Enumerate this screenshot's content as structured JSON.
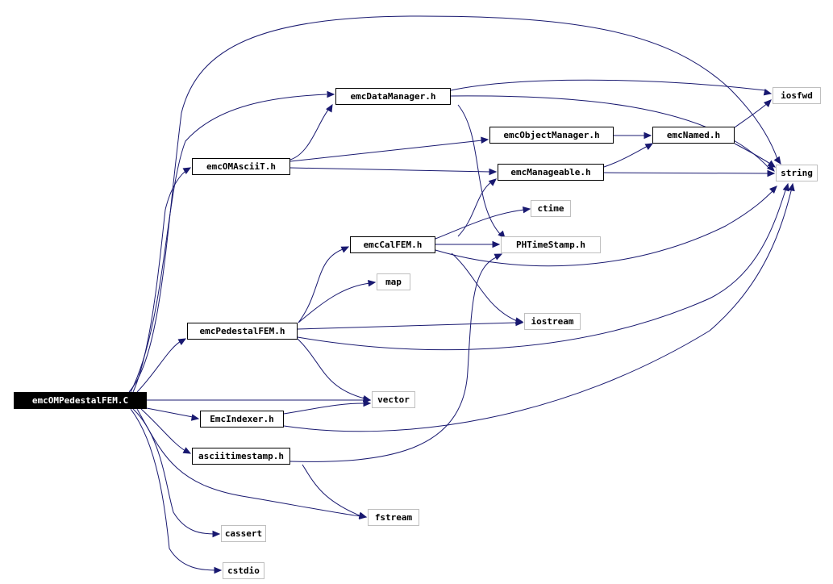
{
  "graph": {
    "nodes": [
      {
        "id": "root",
        "label": "emcOMPedestalFEM.C",
        "kind": "root"
      },
      {
        "id": "dm",
        "label": "emcDataManager.h",
        "kind": "local"
      },
      {
        "id": "iosfwd",
        "label": "iosfwd",
        "kind": "system"
      },
      {
        "id": "objm",
        "label": "emcObjectManager.h",
        "kind": "local"
      },
      {
        "id": "named",
        "label": "emcNamed.h",
        "kind": "local"
      },
      {
        "id": "omascii",
        "label": "emcOMAsciiT.h",
        "kind": "local"
      },
      {
        "id": "manageable",
        "label": "emcManageable.h",
        "kind": "local"
      },
      {
        "id": "string",
        "label": "string",
        "kind": "system"
      },
      {
        "id": "ctime",
        "label": "ctime",
        "kind": "system"
      },
      {
        "id": "calfem",
        "label": "emcCalFEM.h",
        "kind": "local"
      },
      {
        "id": "phts",
        "label": "PHTimeStamp.h",
        "kind": "system"
      },
      {
        "id": "map",
        "label": "map",
        "kind": "system"
      },
      {
        "id": "iostream",
        "label": "iostream",
        "kind": "system"
      },
      {
        "id": "pedfem",
        "label": "emcPedestalFEM.h",
        "kind": "local"
      },
      {
        "id": "vector",
        "label": "vector",
        "kind": "system"
      },
      {
        "id": "indexer",
        "label": "EmcIndexer.h",
        "kind": "local"
      },
      {
        "id": "ascts",
        "label": "asciitimestamp.h",
        "kind": "local"
      },
      {
        "id": "fstream",
        "label": "fstream",
        "kind": "system"
      },
      {
        "id": "cassert",
        "label": "cassert",
        "kind": "system"
      },
      {
        "id": "cstdio",
        "label": "cstdio",
        "kind": "system"
      }
    ]
  },
  "colors": {
    "edge": "#191970",
    "local_border": "#000000",
    "system_border": "#bfbfbf",
    "root_fill": "#000000",
    "root_text": "#ffffff"
  }
}
